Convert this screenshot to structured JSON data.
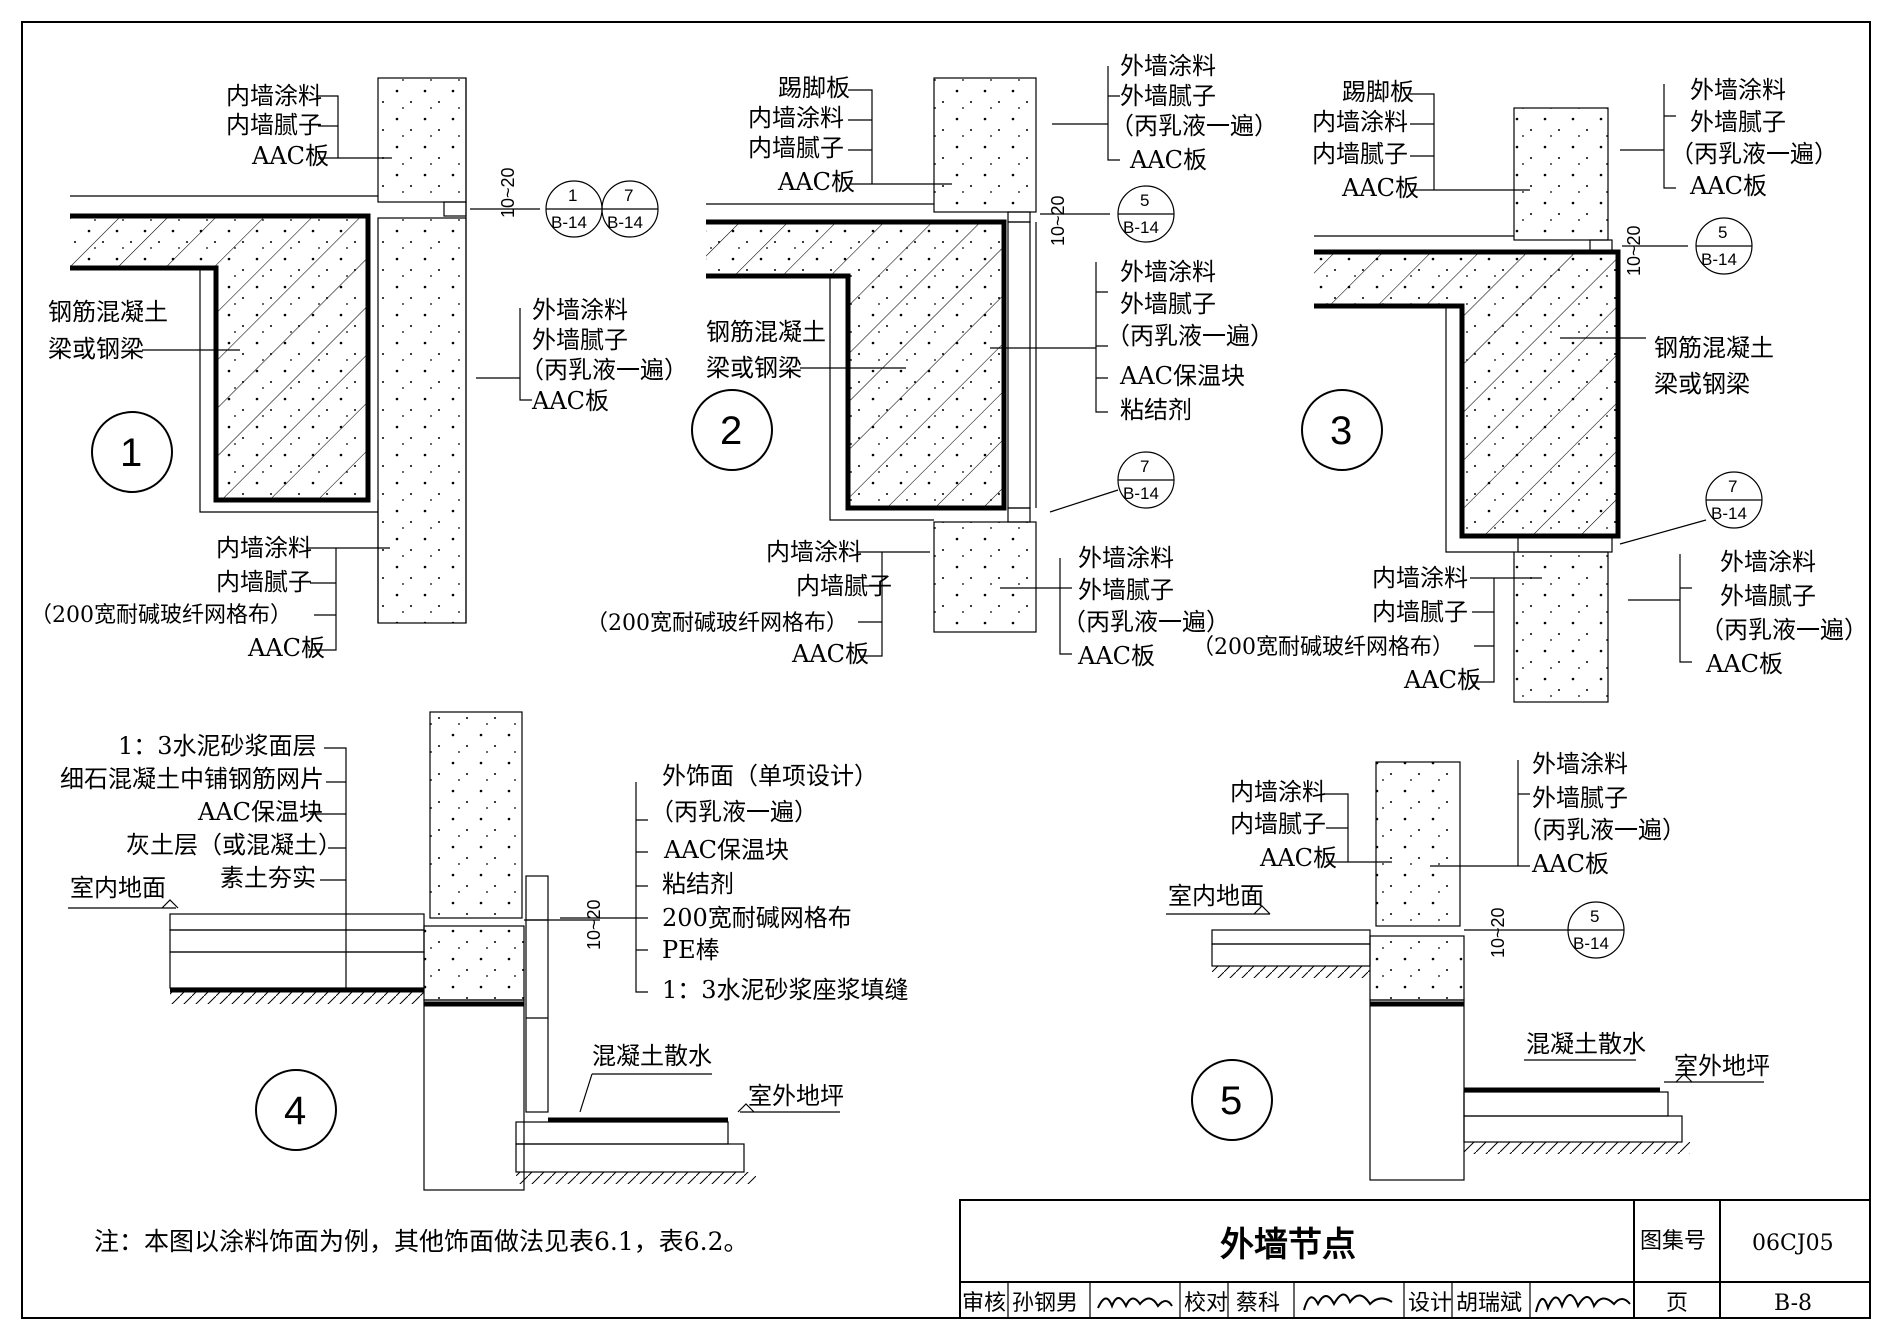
{
  "drawing": {
    "title": "外墙节点",
    "atlas_label": "图集号",
    "atlas_no": "06CJ05",
    "page_label": "页",
    "page_no": "B-8",
    "review_label": "审核",
    "reviewer": "孙钢男",
    "check_label": "校对",
    "checker": "蔡科",
    "design_label": "设计",
    "designer": "胡瑞斌",
    "note": "注：本图以涂料饰面为例，其他饰面做法见表6.1，表6.2。"
  },
  "details": {
    "d1": {
      "number": "1",
      "top_labels": [
        "内墙涂料",
        "内墙腻子",
        "AAC板"
      ],
      "beam_label": [
        "钢筋混凝土",
        "梁或钢梁"
      ],
      "right_labels": [
        "外墙涂料",
        "外墙腻子",
        "（丙乳液一遍）",
        "AAC板"
      ],
      "bottom_labels": [
        "内墙涂料",
        "内墙腻子",
        "（200宽耐碱玻纤网格布）",
        "AAC板"
      ],
      "dim": "10~20",
      "refs": [
        {
          "num": "1",
          "sheet": "B-14"
        },
        {
          "num": "7",
          "sheet": "B-14"
        }
      ]
    },
    "d2": {
      "number": "2",
      "top_left_labels": [
        "踢脚板",
        "内墙涂料",
        "内墙腻子",
        "AAC板"
      ],
      "top_right_labels": [
        "外墙涂料",
        "外墙腻子",
        "（丙乳液一遍）",
        "AAC板"
      ],
      "beam_label": [
        "钢筋混凝土",
        "梁或钢梁"
      ],
      "mid_right_labels": [
        "外墙涂料",
        "外墙腻子",
        "（丙乳液一遍）",
        "AAC保温块",
        "粘结剂"
      ],
      "bottom_left_labels": [
        "内墙涂料",
        "内墙腻子",
        "（200宽耐碱玻纤网格布）",
        "AAC板"
      ],
      "bottom_right_labels": [
        "外墙涂料",
        "外墙腻子",
        "（丙乳液一遍）",
        "AAC板"
      ],
      "dim": "10~20",
      "refs": [
        {
          "num": "5",
          "sheet": "B-14"
        },
        {
          "num": "7",
          "sheet": "B-14"
        }
      ]
    },
    "d3": {
      "number": "3",
      "top_left_labels": [
        "踢脚板",
        "内墙涂料",
        "内墙腻子",
        "AAC板"
      ],
      "top_right_labels": [
        "外墙涂料",
        "外墙腻子",
        "（丙乳液一遍）",
        "AAC板"
      ],
      "beam_label": [
        "钢筋混凝土",
        "梁或钢梁"
      ],
      "bottom_left_labels": [
        "内墙涂料",
        "内墙腻子",
        "（200宽耐碱玻纤网格布）",
        "AAC板"
      ],
      "bottom_right_labels": [
        "外墙涂料",
        "外墙腻子",
        "（丙乳液一遍）",
        "AAC板"
      ],
      "dim": "10~20",
      "refs": [
        {
          "num": "5",
          "sheet": "B-14"
        },
        {
          "num": "7",
          "sheet": "B-14"
        }
      ]
    },
    "d4": {
      "number": "4",
      "left_labels": [
        "1：3水泥砂浆面层",
        "细石混凝土中铺钢筋网片",
        "AAC保温块",
        "灰土层（或混凝土）",
        "素土夯实"
      ],
      "floor_label": "室内地面",
      "right_labels": [
        "外饰面（单项设计）",
        "（丙乳液一遍）",
        "AAC保温块",
        "粘结剂",
        "200宽耐碱网格布",
        "PE棒",
        "1：3水泥砂浆座浆填缝"
      ],
      "apron_label": "混凝土散水",
      "ground_label": "室外地坪",
      "dim": "10~20"
    },
    "d5": {
      "number": "5",
      "left_labels": [
        "内墙涂料",
        "内墙腻子",
        "AAC板"
      ],
      "right_labels": [
        "外墙涂料",
        "外墙腻子",
        "（丙乳液一遍）",
        "AAC板"
      ],
      "floor_label": "室内地面",
      "apron_label": "混凝土散水",
      "ground_label": "室外地坪",
      "dim": "10~20",
      "refs": [
        {
          "num": "5",
          "sheet": "B-14"
        }
      ]
    }
  }
}
